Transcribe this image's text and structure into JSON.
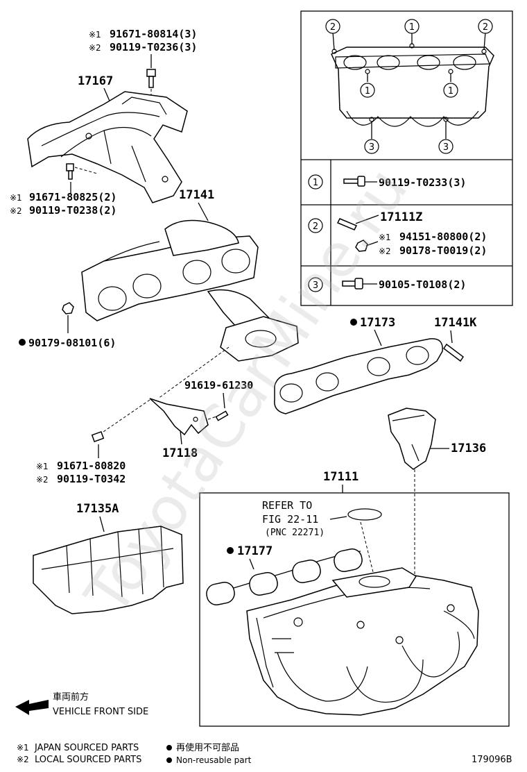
{
  "watermark": "ToyotaCarMine.ru",
  "inset": {
    "callouts": {
      "c1": "1",
      "c2": "2",
      "c3": "3"
    },
    "row1": {
      "part": "90119-T0233(3)"
    },
    "row2": {
      "part_main": "17111Z",
      "line_a_mark": "※1",
      "line_a": "94151-80800(2)",
      "line_b_mark": "※2",
      "line_b": "90178-T0019(2)"
    },
    "row3": {
      "part": "90105-T0108(2)"
    }
  },
  "labels": {
    "top_bolt": {
      "mark1": "※1",
      "pn1": "91671-80814(3)",
      "mark2": "※2",
      "pn2": "90119-T0236(3)"
    },
    "heat_insulator": "17167",
    "side_bolt": {
      "mark1": "※1",
      "pn1": "91671-80825(2)",
      "mark2": "※2",
      "pn2": "90119-T0238(2)"
    },
    "exhaust_manifold": "17141",
    "nut": "90179-08101(6)",
    "gasket": "17173",
    "stud": "17141K",
    "bolt_61230": "91619-61230",
    "bracket": "17118",
    "bracket_bolt": {
      "mark1": "※1",
      "pn1": "91671-80820",
      "mark2": "※2",
      "pn2": "90119-T0342"
    },
    "insulator_17136": "17136",
    "intake_manifold": "17111",
    "cover": "17135A",
    "refer": {
      "line1": "REFER TO",
      "line2": "FIG 22-11",
      "line3": "(PNC 22271)"
    },
    "intake_gasket": "17177"
  },
  "legend": {
    "front_jp": "車両前方",
    "front_en": "VEHICLE FRONT SIDE",
    "japan_mark": "※1",
    "japan": "JAPAN SOURCED PARTS",
    "local_mark": "※2",
    "local": "LOCAL SOURCED PARTS",
    "nonreuse_jp": "再使用不可部品",
    "nonreuse_en": "Non-reusable part",
    "figure_code": "179096B"
  }
}
